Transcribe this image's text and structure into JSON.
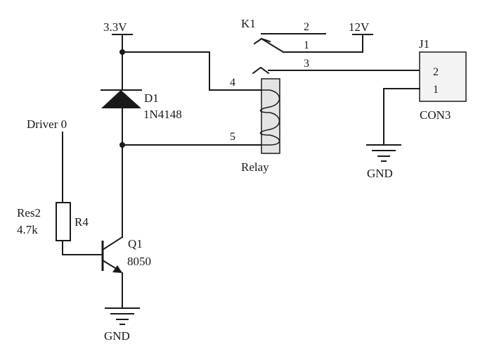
{
  "power": {
    "v33": "3.3V",
    "v12": "12V"
  },
  "relay": {
    "ref": "K1",
    "name": "Relay",
    "pins": {
      "p1": "1",
      "p2": "2",
      "p3": "3",
      "p4": "4",
      "p5": "5"
    }
  },
  "diode": {
    "ref": "D1",
    "value": "1N4148"
  },
  "resistor": {
    "ref": "R4",
    "lib": "Res2",
    "value": "4.7k"
  },
  "transistor": {
    "ref": "Q1",
    "value": "8050"
  },
  "connector": {
    "ref": "J1",
    "value": "CON3",
    "pins": {
      "p1": "1",
      "p2": "2"
    }
  },
  "input": {
    "label": "Driver  0"
  },
  "ground": {
    "label": "GND"
  }
}
